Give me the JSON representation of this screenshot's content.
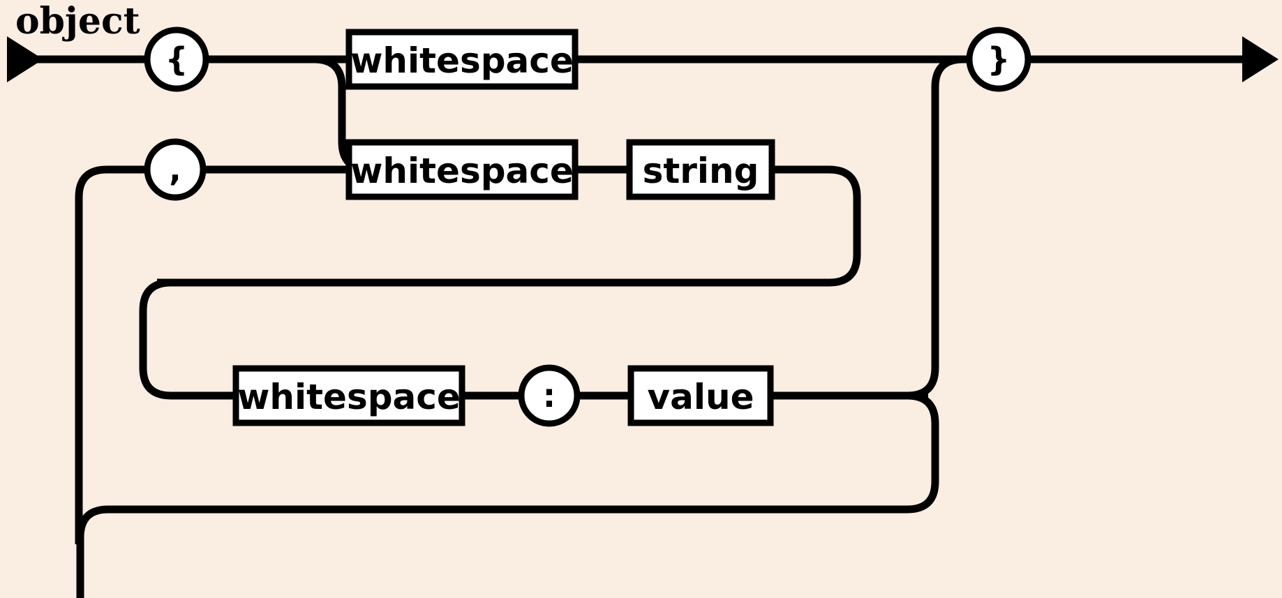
{
  "diagram": {
    "kind": "railroad-syntax-diagram",
    "title": "object",
    "background_color": "#faede2",
    "line_color": "#000000",
    "node_fill_color": "#ffffff",
    "entry_marker": "arrowhead-left",
    "exit_marker": "arrowhead-right"
  },
  "nodes": {
    "open_brace": {
      "label": "{",
      "shape": "circle",
      "type": "terminal"
    },
    "whitespace_top": {
      "label": "whitespace",
      "shape": "rect",
      "type": "nonterminal"
    },
    "close_brace": {
      "label": "}",
      "shape": "circle",
      "type": "terminal"
    },
    "comma": {
      "label": ",",
      "shape": "circle",
      "type": "terminal"
    },
    "whitespace_mid": {
      "label": "whitespace",
      "shape": "rect",
      "type": "nonterminal"
    },
    "string": {
      "label": "string",
      "shape": "rect",
      "type": "nonterminal"
    },
    "whitespace_bottom": {
      "label": "whitespace",
      "shape": "rect",
      "type": "nonterminal"
    },
    "colon": {
      "label": ":",
      "shape": "circle",
      "type": "terminal"
    },
    "value": {
      "label": "value",
      "shape": "rect",
      "type": "nonterminal"
    }
  },
  "rows": [
    {
      "id": "row-1",
      "items": [
        "open_brace",
        "whitespace_top",
        "close_brace"
      ]
    },
    {
      "id": "row-2",
      "items": [
        "comma",
        "whitespace_mid",
        "string"
      ]
    },
    {
      "id": "row-3",
      "items": [
        "whitespace_bottom",
        "colon",
        "value"
      ]
    }
  ]
}
